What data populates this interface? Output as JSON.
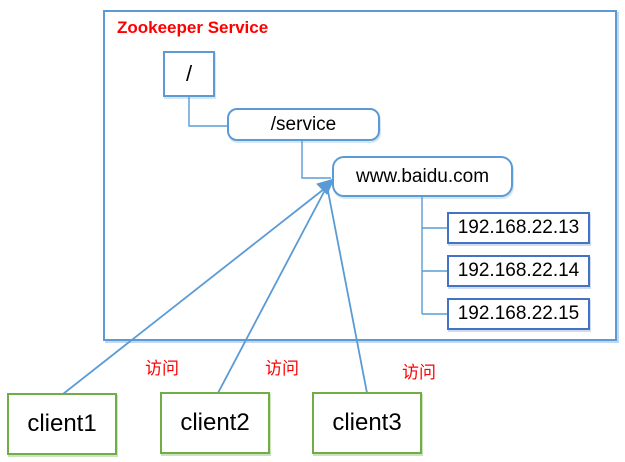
{
  "diagram": {
    "title": "Zookeeper Service",
    "tree": {
      "root_label": "/",
      "service_label": "/service",
      "domain_label": "www.baidu.com",
      "ips": [
        "192.168.22.13",
        "192.168.22.14",
        "192.168.22.15"
      ]
    },
    "clients": [
      "client1",
      "client2",
      "client3"
    ],
    "access_labels": [
      "访问",
      "访问",
      "访问"
    ],
    "colors": {
      "connector_blue": "#5B9BD5",
      "node_border_blue": "#5B9BD5",
      "ip_border_blue": "#4472C4",
      "client_border_green": "#70AD47",
      "label_red": "#FF0000",
      "text_black": "#000000"
    }
  }
}
